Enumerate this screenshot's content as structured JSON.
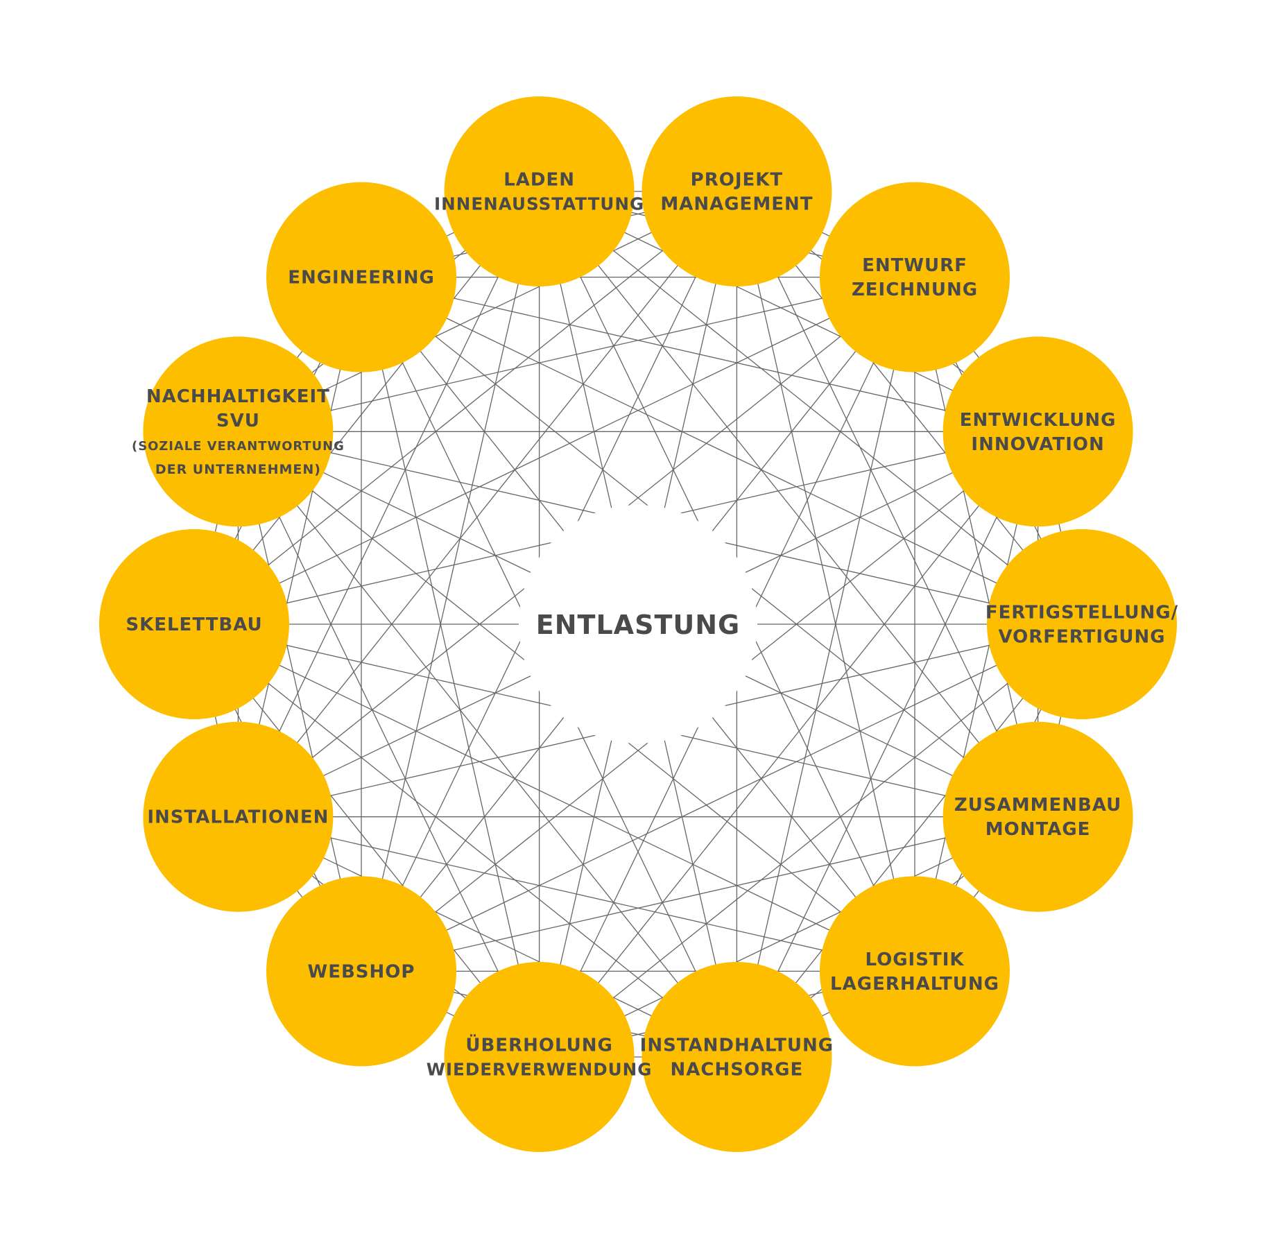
{
  "colors": {
    "node_fill": "#fdbe00",
    "text": "#4a4a4d",
    "connector": "#666666",
    "center_fill": "#ffffff"
  },
  "center": {
    "label": "ENTLASTUNG"
  },
  "nodes": [
    {
      "id": "laden",
      "lines": [
        "LADEN",
        "INNENAUSSTATTUNG"
      ]
    },
    {
      "id": "projekt",
      "lines": [
        "PROJEKT",
        "MANAGEMENT"
      ]
    },
    {
      "id": "entwurf",
      "lines": [
        "ENTWURF",
        "ZEICHNUNG"
      ]
    },
    {
      "id": "entwicklung",
      "lines": [
        "ENTWICKLUNG",
        "INNOVATION"
      ]
    },
    {
      "id": "fertigstellung",
      "lines": [
        "FERTIGSTELLUNG/",
        "VORFERTIGUNG"
      ]
    },
    {
      "id": "zusammenbau",
      "lines": [
        "ZUSAMMENBAU",
        "MONTAGE"
      ]
    },
    {
      "id": "logistik",
      "lines": [
        "LOGISTIK",
        "LAGERHALTUNG"
      ]
    },
    {
      "id": "instandhaltung",
      "lines": [
        "INSTANDHALTUNG",
        "NACHSORGE"
      ]
    },
    {
      "id": "ueberholung",
      "lines": [
        "ÜBERHOLUNG",
        "WIEDERVERWENDUNG"
      ]
    },
    {
      "id": "webshop",
      "lines": [
        "WEBSHOP"
      ]
    },
    {
      "id": "installationen",
      "lines": [
        "INSTALLATIONEN"
      ]
    },
    {
      "id": "skelettbau",
      "lines": [
        "SKELETTBAU"
      ]
    },
    {
      "id": "nachhaltigkeit",
      "lines": [
        "NACHHALTIGKEIT",
        "SVU",
        "(SOZIALE VERANTWORTUNG",
        "DER UNTERNEHMEN)"
      ]
    },
    {
      "id": "engineering",
      "lines": [
        "ENGINEERING"
      ]
    }
  ]
}
